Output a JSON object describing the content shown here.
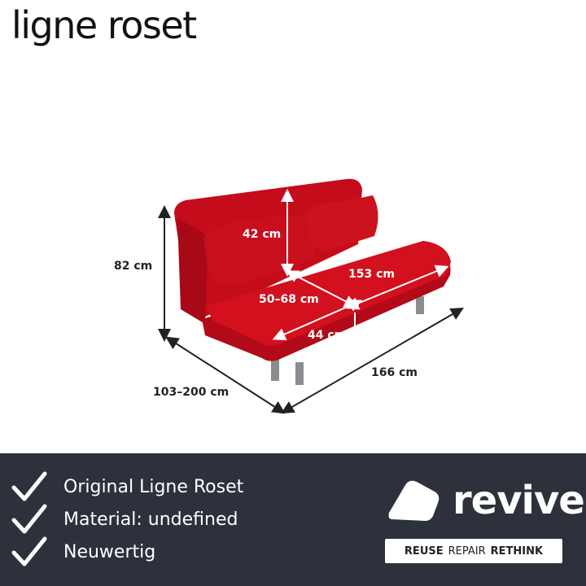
{
  "brand": {
    "name": "ligne roset"
  },
  "product": {
    "dimensions": {
      "height_total": "82 cm",
      "seat_height": "42 cm",
      "seat_depth": "50–68 cm",
      "seat_width": "153 cm",
      "seat_height_front": "44 cm",
      "width_total": "166 cm",
      "depth_total": "103–200 cm"
    },
    "colors": {
      "upholstery": "#d3101e",
      "legs": "#8a8d90"
    }
  },
  "features": [
    {
      "icon": "check-icon",
      "label": "Original Ligne Roset"
    },
    {
      "icon": "check-icon",
      "label": "Material: undefined"
    },
    {
      "icon": "check-icon",
      "label": "Neuwertig"
    }
  ],
  "seller": {
    "name": "revive",
    "tagline": {
      "reuse": "REUSE",
      "repair": "REPAIR",
      "rethink": "RETHINK"
    }
  },
  "theme": {
    "footer_bg": "#2c313b",
    "accent": "#ffffff"
  }
}
